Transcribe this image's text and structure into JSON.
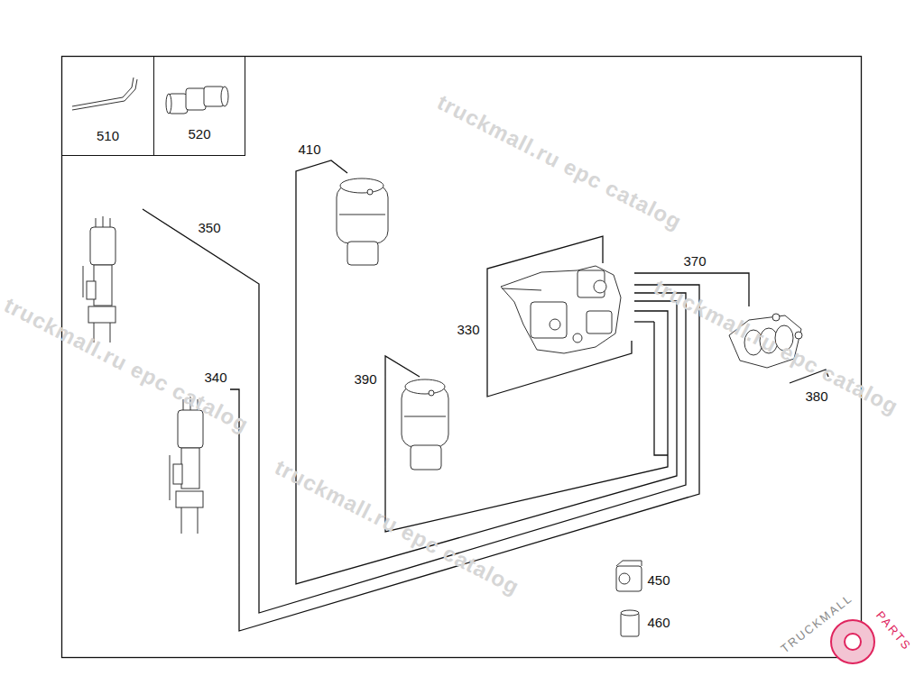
{
  "diagram": {
    "nodes": [
      {
        "text": [
          "510"
        ]
      },
      {
        "text": [
          "520"
        ]
      }
    ],
    "labels": [
      "410",
      "350",
      "340",
      "330",
      "370",
      "390",
      "380",
      "450",
      "460",
      "truckmall.ru epc catalog",
      "truckmall.ru epc catalog",
      "truckmall.ru epc catalog",
      "truckmall.ru epc catalog",
      "TRUCKMALL",
      "PARTS"
    ]
  }
}
